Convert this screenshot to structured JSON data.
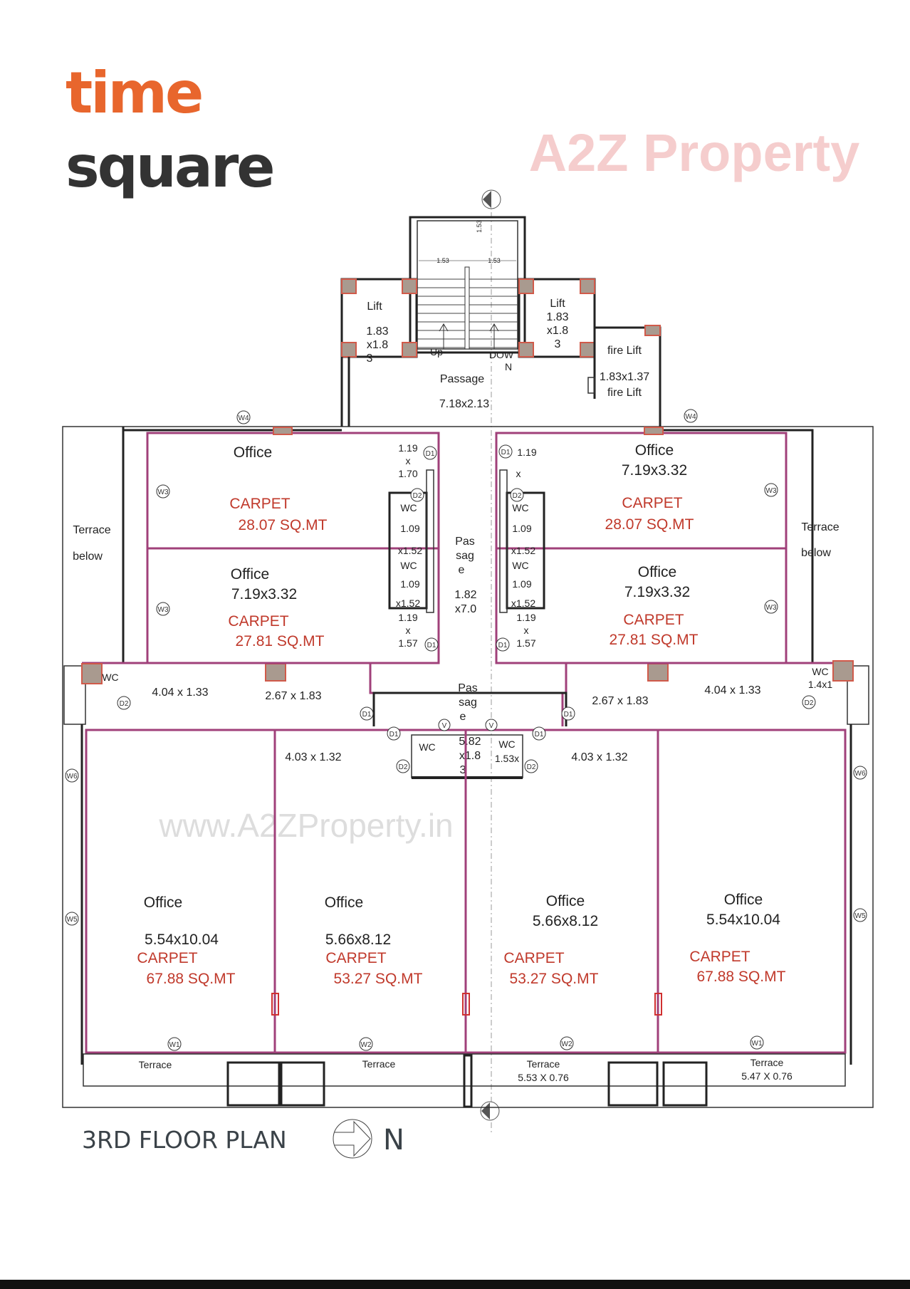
{
  "logo": {
    "line1": "time",
    "line2": "square",
    "color1": "#e8662d",
    "color2": "#333333"
  },
  "title": "3RD FLOOR PLAN",
  "north_label": "N",
  "watermark": {
    "main": "A2Z Property",
    "url": "www.A2ZProperty.in"
  },
  "core": {
    "lift_left": {
      "name": "Lift",
      "d1": "1.83",
      "d2": "x1.8",
      "d3": "3"
    },
    "lift_right": {
      "name": "Lift",
      "d1": "1.83",
      "d2": "x1.8",
      "d3": "3"
    },
    "stair": {
      "dim_a": "1.53",
      "dim_b": "1.53",
      "dim_c": "1.53",
      "up": "Up",
      "down1": "DOW",
      "down2": "N"
    },
    "passage": {
      "name": "Passage",
      "dims": "7.18x2.13"
    },
    "fire_lift": {
      "name": "fire Lift",
      "dims": "1.83x1.37",
      "name2": "fire Lift"
    }
  },
  "upper_offices": [
    {
      "name": "Office",
      "dims": "",
      "carpet_label": "CARPET",
      "carpet": "28.07 SQ.MT"
    },
    {
      "name": "Office",
      "dims": "7.19x3.32",
      "carpet_label": "CARPET",
      "carpet": "27.81 SQ.MT"
    },
    {
      "name": "Office",
      "dims": "7.19x3.32",
      "carpet_label": "CARPET",
      "carpet": "28.07 SQ.MT"
    },
    {
      "name": "Office",
      "dims": "7.19x3.32",
      "carpet_label": "CARPET",
      "carpet": "27.81 SQ.MT"
    }
  ],
  "lower_offices": [
    {
      "name": "Office",
      "dims": "5.54x10.04",
      "carpet_label": "CARPET",
      "carpet": "67.88 SQ.MT"
    },
    {
      "name": "Office",
      "dims": "5.66x8.12",
      "carpet_label": "CARPET",
      "carpet": "53.27 SQ.MT"
    },
    {
      "name": "Office",
      "dims": "5.66x8.12",
      "carpet_label": "CARPET",
      "carpet": "53.27 SQ.MT"
    },
    {
      "name": "Office",
      "dims": "5.54x10.04",
      "carpet_label": "CARPET",
      "carpet": "67.88 SQ.MT"
    }
  ],
  "terrace_below": {
    "left": [
      "Terrace",
      "below"
    ],
    "right": [
      "Terrace",
      "below"
    ]
  },
  "wc_block": {
    "left": {
      "top": [
        "1.19",
        "x",
        "1.70"
      ],
      "wc1": "WC",
      "wc1_d": "1.09",
      "mid": "x1.52",
      "wc2": "WC",
      "wc2_d": "1.09",
      "mid2": "x1.52",
      "bottom": [
        "1.19",
        "x",
        "1.57"
      ]
    },
    "right": {
      "top": [
        "1.19",
        "x"
      ],
      "wc1": "WC",
      "wc1_d": "1.09",
      "mid": "x1.52",
      "wc2": "WC",
      "wc2_d": "1.09",
      "mid2": "x1.52",
      "bottom": [
        "1.19",
        "x",
        "1.57"
      ]
    }
  },
  "passage_center": {
    "l1": "Pas",
    "l2": "sag",
    "l3": "e",
    "d1": "1.82",
    "d2": "x7.0"
  },
  "passage_lower": {
    "l1": "Pas",
    "l2": "sag",
    "l3": "e"
  },
  "middle": {
    "wc_left": "WC",
    "lobby_left": "4.04 x 1.33",
    "store_left": "2.67 x 1.83",
    "store_right": "2.67 x 1.83",
    "lobby_right": "4.04 x 1.33",
    "wc_right": "WC",
    "wc_right_d": "1.4x1",
    "sub_left": "4.03 x 1.32",
    "sub_right": "4.03 x 1.32",
    "wc_c1": "WC",
    "wc_c_d1": "5.82",
    "wc_c_d2": "x1.8",
    "wc_c_d3": "3",
    "wc_c2": "WC",
    "wc_c2_d": "1.53x"
  },
  "terraces": [
    {
      "name": "Terrace",
      "dims": ""
    },
    {
      "name": "Terrace",
      "dims": ""
    },
    {
      "name": "Terrace",
      "dims": "5.53 X 0.76"
    },
    {
      "name": "Terrace",
      "dims": "5.47 X 0.76"
    }
  ],
  "tags": {
    "w1": "W1",
    "w2": "W2",
    "w3": "W3",
    "w4": "W4",
    "w5": "W5",
    "w6": "W6",
    "d1": "D1",
    "d2": "D2",
    "v": "V"
  }
}
